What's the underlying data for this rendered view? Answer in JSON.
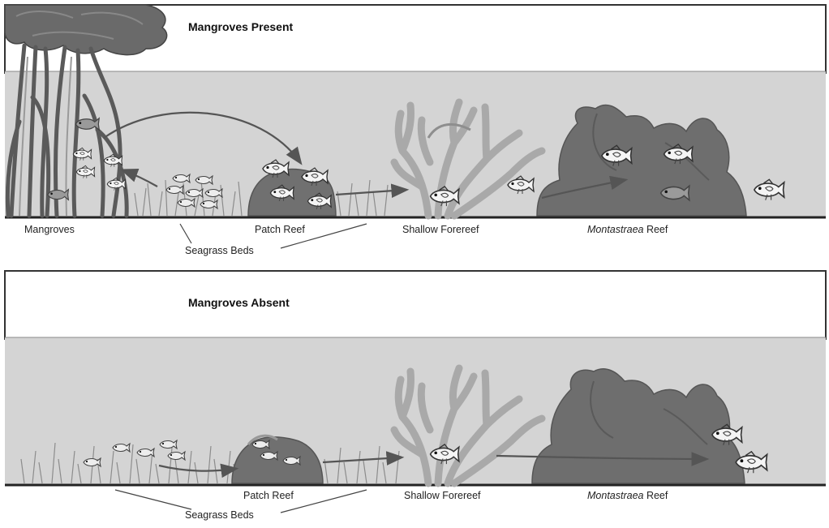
{
  "panels": [
    {
      "title": "Mangroves Present",
      "labels": {
        "mangroves": "Mangroves",
        "patch_reef": "Patch Reef",
        "shallow_forereef": "Shallow Forereef",
        "montastraea_italic": "Montastraea",
        "montastraea_rest": " Reef",
        "seagrass_beds": "Seagrass Beds"
      }
    },
    {
      "title": "Mangroves Absent",
      "labels": {
        "patch_reef": "Patch Reef",
        "shallow_forereef": "Shallow Forereef",
        "montastraea_italic": "Montastraea",
        "montastraea_rest": " Reef",
        "seagrass_beds": "Seagrass Beds"
      }
    }
  ],
  "colors": {
    "water": "#d4d4d4",
    "sky": "#ffffff",
    "mangrove": "#5f5f5f",
    "reef_dark": "#6e6e6e",
    "coral_light": "#a9a9a9",
    "seagrass": "#8c8c8c",
    "arrow": "#555555",
    "fish_body": "#f4f4f4",
    "fish_stroke": "#333333"
  }
}
